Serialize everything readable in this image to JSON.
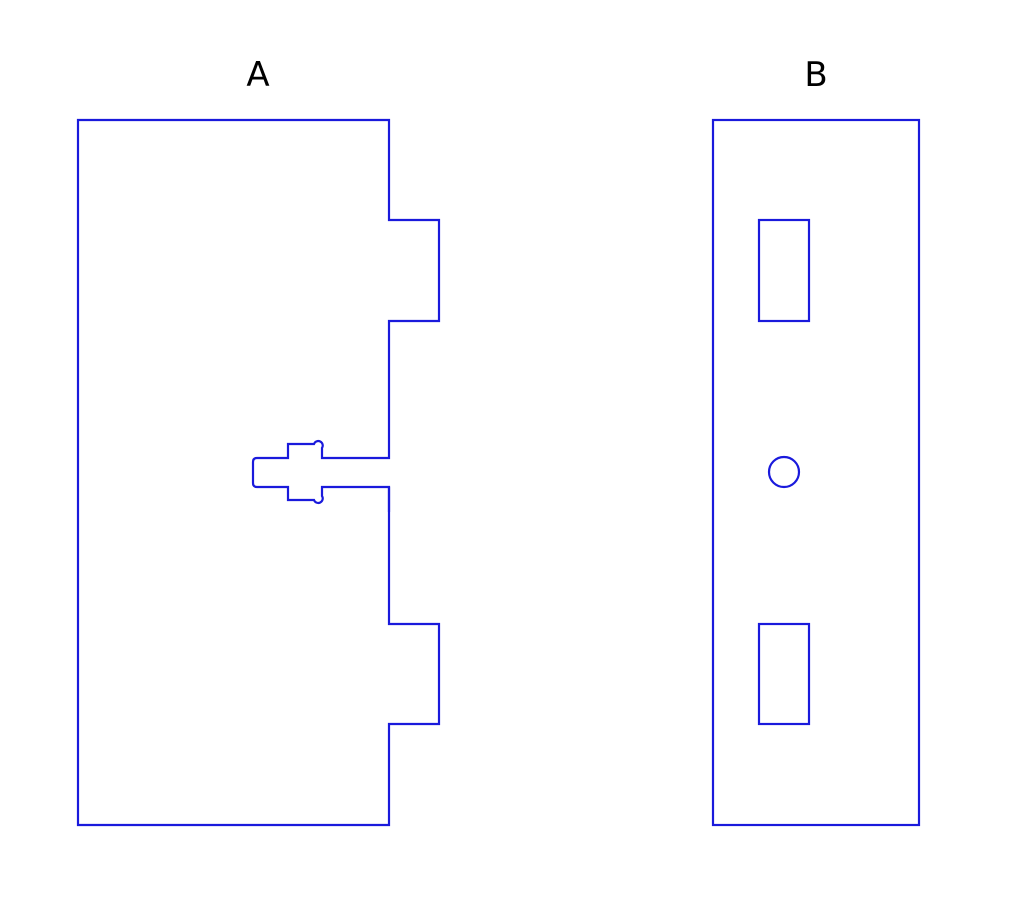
{
  "diagram": {
    "type": "mechanical-part-views",
    "stroke_color": "#1a1adc",
    "background_color": "#ffffff",
    "label_color": "#000000",
    "views": [
      {
        "id": "A",
        "label": "A",
        "description": "Side profile: rectangular plate with two rectangular tabs on right edge and a keyed snap-fit slot at mid-height",
        "features": [
          "upper-tab",
          "lower-tab",
          "snap-fit-slot"
        ]
      },
      {
        "id": "B",
        "label": "B",
        "description": "Front face: rectangle with two rectangular openings and a center circular hole",
        "features": [
          "upper-rect-opening",
          "center-circle-hole",
          "lower-rect-opening"
        ]
      }
    ]
  }
}
